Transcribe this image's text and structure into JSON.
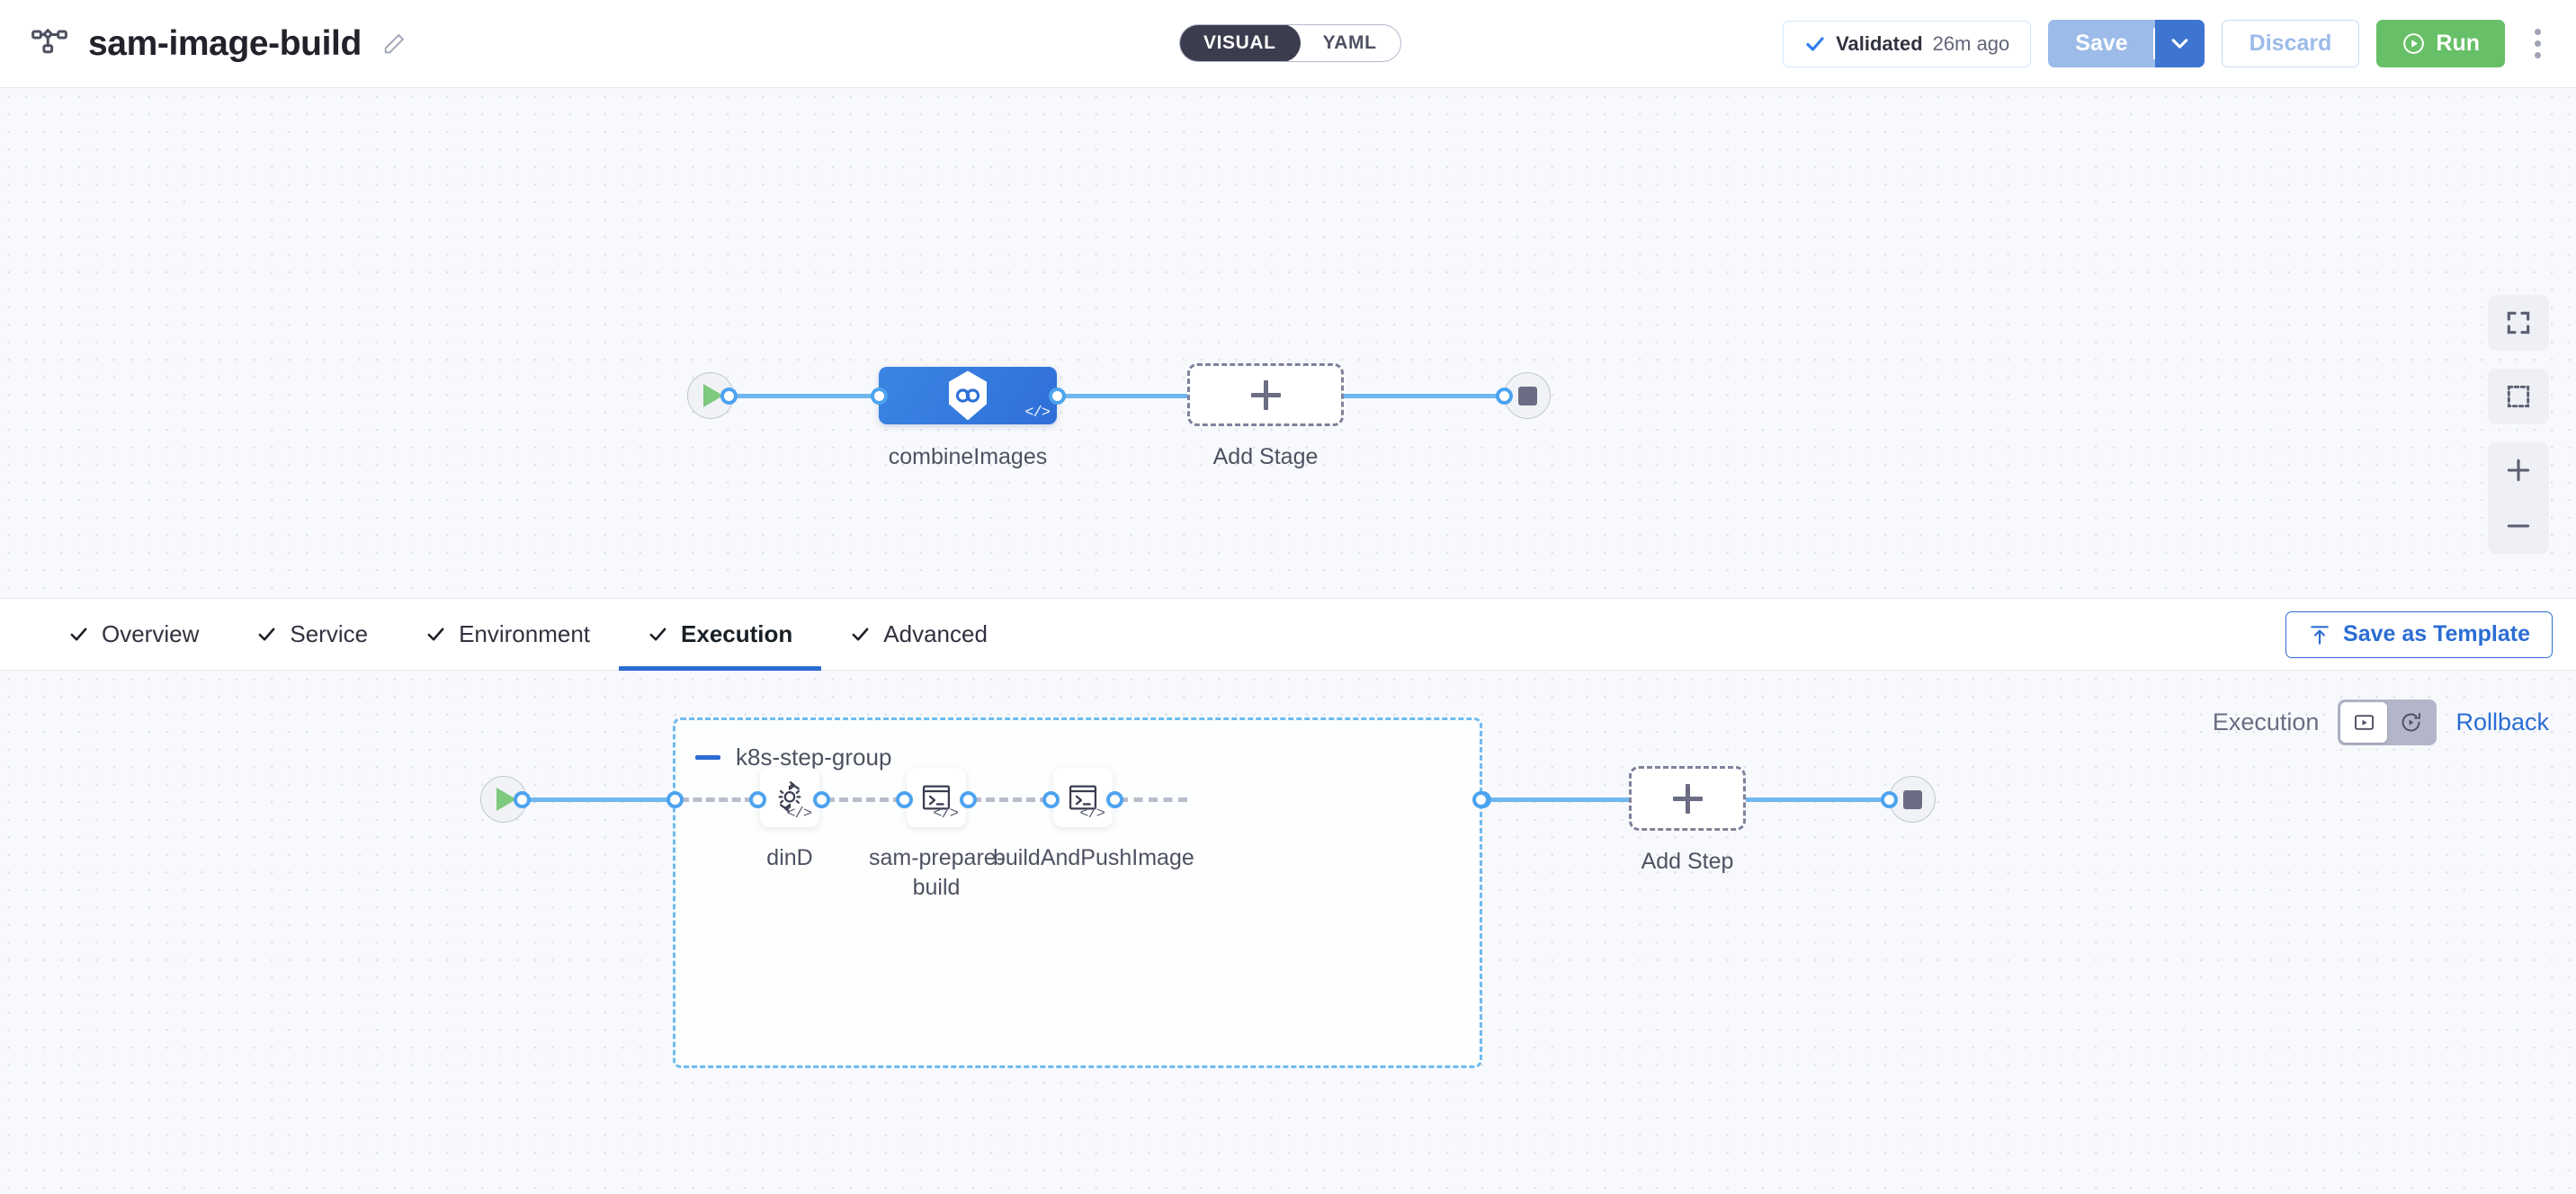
{
  "header": {
    "pipeline_icon": "pipeline-nodes-icon",
    "title": "sam-image-build",
    "edit_icon": "pencil-edit-icon",
    "mode_toggle": {
      "visual": "VISUAL",
      "yaml": "YAML",
      "selected": "VISUAL"
    },
    "validated": {
      "icon": "check-icon",
      "label": "Validated",
      "time": "26m ago"
    },
    "save": {
      "label": "Save",
      "caret_icon": "chevron-down-icon"
    },
    "discard": {
      "label": "Discard"
    },
    "run": {
      "label": "Run",
      "icon": "play-circle-icon",
      "color": "#67c067"
    },
    "more_icon": "kebab-menu-icon"
  },
  "stage_canvas": {
    "start_node": "start-play-icon",
    "end_node": "stop-square-icon",
    "stages": [
      {
        "name": "combineImages",
        "icon": "harness-ci-hexagon-icon",
        "badge": "</>",
        "type": "ci-build"
      }
    ],
    "add_stage": {
      "label": "Add Stage",
      "icon": "plus-icon"
    },
    "controls": [
      {
        "name": "fit-to-screen",
        "icon": "fullscreen-icon"
      },
      {
        "name": "selection-marquee",
        "icon": "dashed-square-icon"
      },
      {
        "name": "zoom-in",
        "icon": "plus-icon"
      },
      {
        "name": "zoom-out",
        "icon": "minus-icon"
      }
    ]
  },
  "tabbar": {
    "tabs": [
      {
        "label": "Overview",
        "checked": true,
        "active": false
      },
      {
        "label": "Service",
        "checked": true,
        "active": false
      },
      {
        "label": "Environment",
        "checked": true,
        "active": false
      },
      {
        "label": "Execution",
        "checked": true,
        "active": true
      },
      {
        "label": "Advanced",
        "checked": true,
        "active": false
      }
    ],
    "save_as_template": {
      "label": "Save as Template",
      "icon": "template-upload-icon"
    }
  },
  "execution_canvas": {
    "start_node": "start-play-icon",
    "end_node": "stop-square-icon",
    "mode_switch": {
      "execution_label": "Execution",
      "rollback_label": "Rollback",
      "execution_icon": "execution-play-box-icon",
      "rollback_icon": "rollback-refresh-icon",
      "selected": "Execution"
    },
    "step_group": {
      "name": "k8s-step-group",
      "collapse_icon": "minus-collapse-icon",
      "steps": [
        {
          "name": "dinD",
          "icon": "gear-refresh-icon",
          "badge": "</>"
        },
        {
          "name": "sam-prepare-build",
          "icon": "terminal-shell-icon",
          "badge": "</>"
        },
        {
          "name": "buildAndPushImage",
          "icon": "terminal-shell-icon",
          "badge": "</>"
        }
      ]
    },
    "add_step": {
      "label": "Add Step",
      "icon": "plus-icon"
    }
  },
  "colors": {
    "accent_blue": "#2b6dd4",
    "edge_blue": "#6fb7ee",
    "run_green": "#67c067",
    "canvas_bg": "#f8f9fc",
    "group_border": "#6fbbee"
  }
}
